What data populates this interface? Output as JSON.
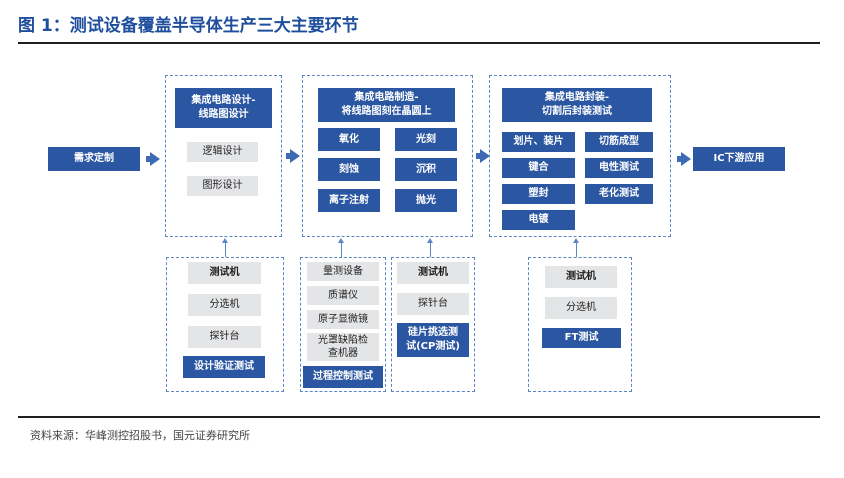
{
  "title": "图 1：测试设备覆盖半导体生产三大主要环节",
  "source": "资料来源：华峰测控招股书，国元证券研究所",
  "start": {
    "label": "需求定制"
  },
  "end": {
    "label": "IC下游应用"
  },
  "stage1": {
    "header": "集成电路设计-\n线路图设计",
    "items": [
      "逻辑设计",
      "图形设计"
    ],
    "equipment": {
      "items": [
        "测试机",
        "分选机",
        "探针台"
      ],
      "footer": "设计验证测试"
    }
  },
  "stage2": {
    "header": "集成电路制造-\n将线路图刻在晶圆上",
    "items": [
      "氧化",
      "光刻",
      "刻蚀",
      "沉积",
      "离子注射",
      "抛光"
    ],
    "equipment_left": {
      "items": [
        "量测设备",
        "质谱仪",
        "原子显微镜",
        "光罩缺陷检\n查机器"
      ],
      "footer": "过程控制测试"
    },
    "equipment_right": {
      "items": [
        "测试机",
        "探针台"
      ],
      "footer": "硅片挑选测\n试(CP测试)"
    }
  },
  "stage3": {
    "header": "集成电路封装-\n切割后封装测试",
    "items": [
      "划片、装片",
      "切筋成型",
      "键合",
      "电性测试",
      "塑封",
      "老化测试",
      "电镀"
    ],
    "equipment": {
      "items": [
        "测试机",
        "分选机"
      ],
      "footer": "FT测试"
    }
  },
  "colors": {
    "accent": "#2a56a2",
    "title": "#1f4e9c",
    "grey_box": "#e4e5e7",
    "dash_border": "#5b86c5"
  }
}
